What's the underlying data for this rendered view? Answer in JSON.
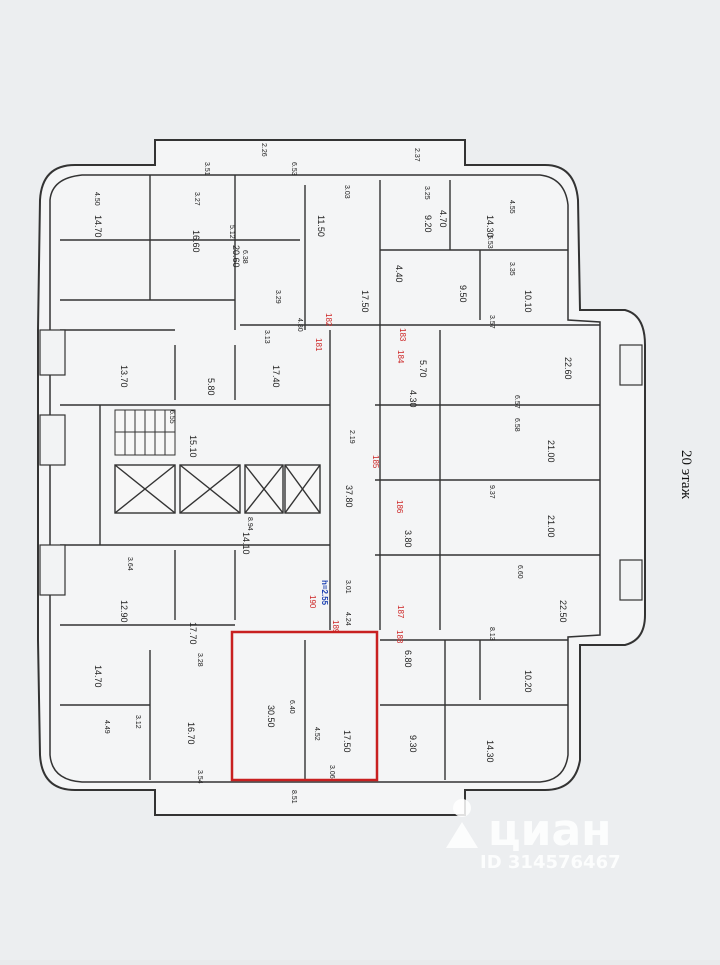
{
  "floor_label": "20 этаж",
  "watermark": {
    "brand": "циан",
    "id": "ID 314576467"
  },
  "highlighted_unit": {
    "areas": [
      "30.50",
      "17.50"
    ]
  },
  "apartment_areas": [
    "14.70",
    "16.60",
    "20.60",
    "11.50",
    "9.20",
    "14.30",
    "17.50",
    "17.40",
    "13.70",
    "5.80",
    "4.40",
    "9.50",
    "10.10",
    "22.60",
    "21.00",
    "21.00",
    "22.50",
    "15.10",
    "37.80",
    "14.10",
    "17.70",
    "12.90",
    "14.70",
    "16.70",
    "10.20",
    "9.30",
    "14.30",
    "5.70",
    "6.80",
    "4.30",
    "4.70",
    "3.80"
  ],
  "dimensions": [
    "3.27",
    "4.50",
    "5.12",
    "6.38",
    "5.53",
    "3.03",
    "3.25",
    "4.55",
    "3.35",
    "3.29",
    "4.80",
    "3.13",
    "3.57",
    "6.57",
    "6.58",
    "9.37",
    "8.94",
    "6.55",
    "6.60",
    "8.13",
    "4.24",
    "3.01",
    "2.19",
    "3.64",
    "3.28",
    "4.49",
    "3.12",
    "6.40",
    "4.52",
    "3.06",
    "3.54",
    "8.51",
    "6.53",
    "3.51",
    "2.37",
    "2.26"
  ],
  "section_numbers": [
    "181",
    "182",
    "183",
    "184",
    "185",
    "186",
    "187",
    "188",
    "189",
    "190"
  ],
  "blue_tag": "h=2.55"
}
